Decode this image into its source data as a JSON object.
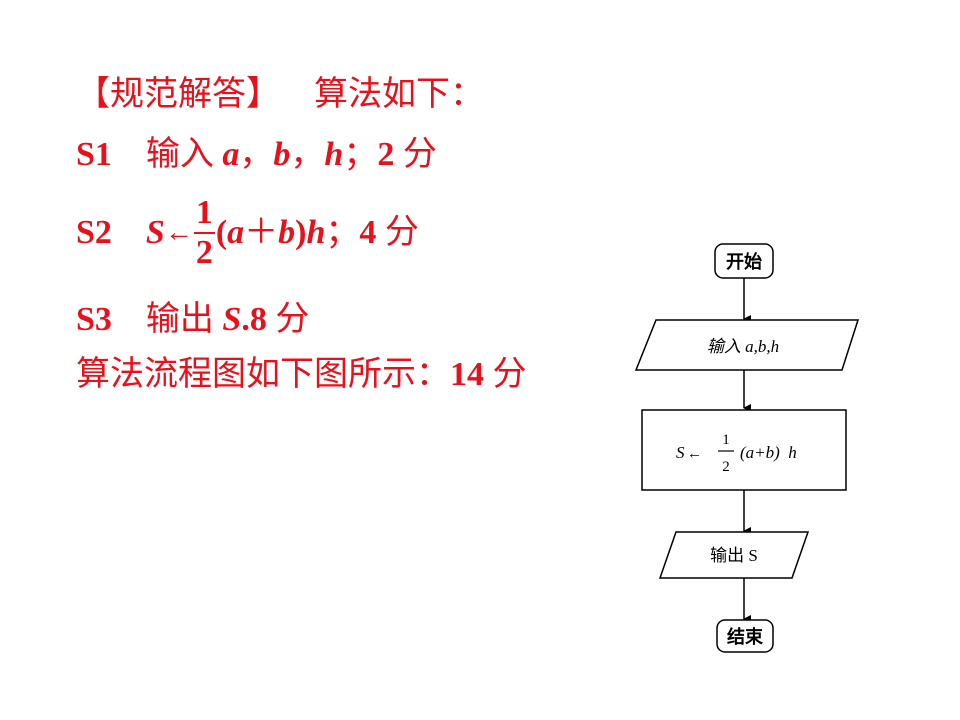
{
  "text": {
    "line1": {
      "bracket": "【规范解答】",
      "content": "算法如下："
    },
    "line2": {
      "step": "S1",
      "verb": "输入",
      "v1": "a",
      "c1": "，",
      "v2": "b",
      "c2": "，",
      "v3": "h",
      "end": "；",
      "score": "2",
      "unit": "分"
    },
    "line3": {
      "step": "S2",
      "lhs": "S",
      "arrow": "←",
      "num": "1",
      "den": "2",
      "p1": "(",
      "a": "a",
      "plus": "＋",
      "b": "b",
      "p2": ")",
      "h": "h",
      "end": "；",
      "score": "4",
      "unit": "分"
    },
    "line4": {
      "step": "S3",
      "verb": "输出",
      "var": "S",
      "dot": ".",
      "score": "8",
      "unit": "分"
    },
    "line5": {
      "content": "算法流程图如下图所示：",
      "score": "14",
      "unit": "分"
    }
  },
  "flowchart": {
    "start": "开始",
    "input": "输入 a,b,h",
    "process": {
      "lhs": "S",
      "arrow": "←",
      "num": "1",
      "den": "2",
      "rest": "(a+b)  h"
    },
    "output": "输出 S",
    "end": "结束"
  },
  "colors": {
    "text": "#e8101a",
    "flow": "#000000",
    "background": "#ffffff"
  }
}
